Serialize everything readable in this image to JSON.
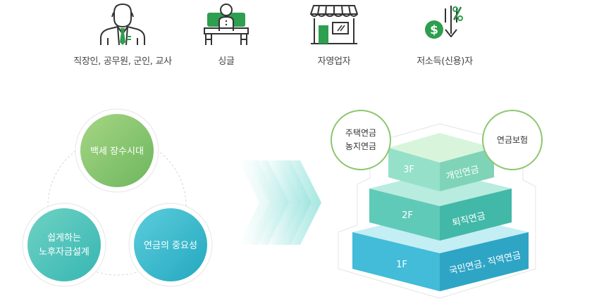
{
  "personas": [
    {
      "label": "직장인, 공무원, 군인, 교사",
      "icon": "office-worker-icon"
    },
    {
      "label": "싱글",
      "icon": "single-person-icon"
    },
    {
      "label": "자영업자",
      "icon": "store-icon"
    },
    {
      "label": "저소득(신용)자",
      "icon": "low-income-icon"
    }
  ],
  "cycle": {
    "top": "백세 장수시대",
    "left_line1": "쉽게하는",
    "left_line2": "노후자금설계",
    "right": "연금의 중요성"
  },
  "pyramid": {
    "floor3": {
      "level": "3F",
      "name": "개인연금"
    },
    "floor2": {
      "level": "2F",
      "name": "퇴직연금"
    },
    "floor1": {
      "level": "1F",
      "name": "국민연금, 직역연금"
    },
    "bubble_left_line1": "주택연금",
    "bubble_left_line2": "농지연금",
    "bubble_right": "연금보험"
  },
  "colors": {
    "green": "#2e9e4f",
    "cycle_green": "#84c06c",
    "cycle_teal": "#3cbcc9",
    "floor3": "#8fe3c3",
    "floor2": "#5fcab5",
    "floor1": "#3fbcd6"
  }
}
